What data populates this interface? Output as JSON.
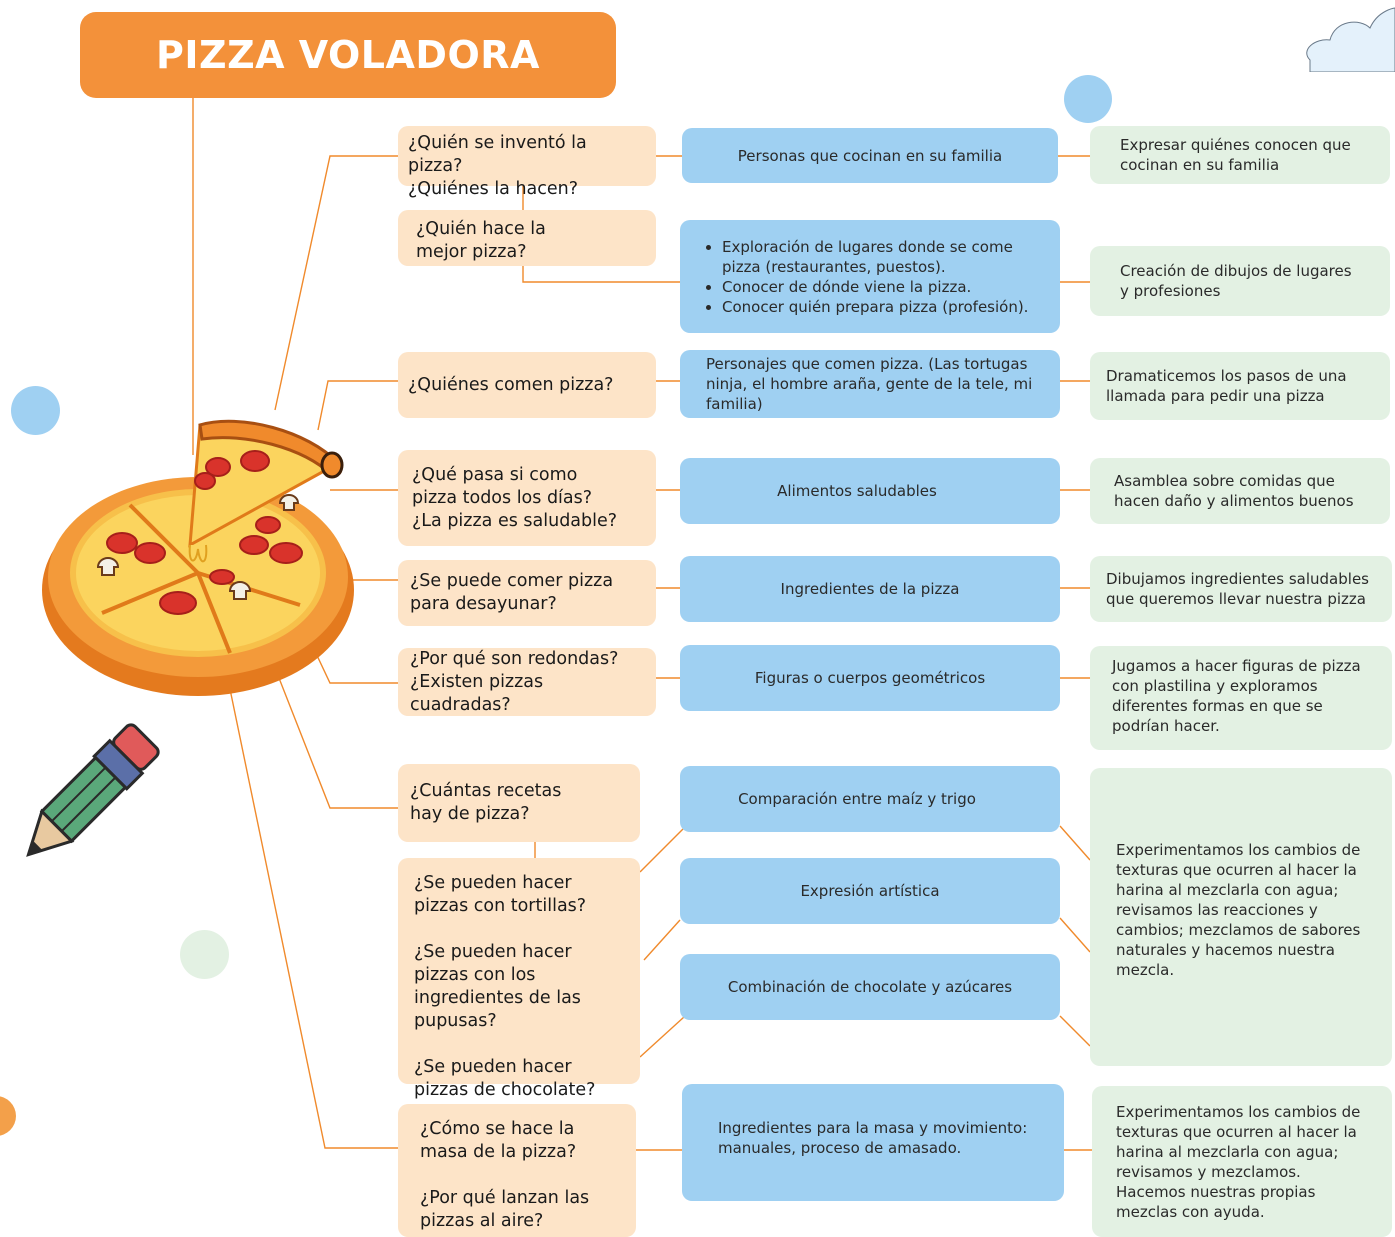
{
  "title": "PIZZA VOLADORA",
  "rows": [
    {
      "q": [
        "¿Quién se inventó la pizza?",
        "¿Quiénes la hacen?"
      ],
      "b": "Personas que cocinan en su familia",
      "g": "Expresar quiénes conocen que cocinan en su familia"
    },
    {
      "q": [
        "¿Quién hace la mejor pizza?"
      ],
      "b_items": [
        "Exploración de lugares donde se come pizza (restaurantes, puestos).",
        "Conocer de dónde viene la pizza.",
        "Conocer quién prepara pizza (profesión)."
      ],
      "g": "Creación de dibujos de lugares y profesiones"
    },
    {
      "q": [
        "¿Quiénes comen pizza?"
      ],
      "b": "Personajes que comen pizza. (Las tortugas ninja, el hombre araña, gente de la tele, mi familia)",
      "g": "Dramaticemos los pasos de una llamada para pedir una pizza"
    },
    {
      "q": [
        "¿Qué pasa si como pizza todos los días?",
        "¿La pizza es saludable?"
      ],
      "b": "Alimentos saludables",
      "g": "Asamblea sobre comidas que hacen daño y alimentos buenos"
    },
    {
      "q": [
        "¿Se puede comer pizza para desayunar?"
      ],
      "b": "Ingredientes de la pizza",
      "g": "Dibujamos ingredientes saludables que queremos llevar nuestra pizza"
    },
    {
      "q": [
        "¿Por qué son redondas?",
        "¿Existen pizzas cuadradas?"
      ],
      "b": "Figuras o cuerpos geométricos",
      "g": "Jugamos a hacer figuras de pizza con plastilina y exploramos diferentes formas en que se podrían hacer."
    },
    {
      "q": [
        "¿Cuántas recetas hay de pizza?"
      ]
    },
    {
      "q": [
        "¿Se pueden hacer pizzas con tortillas?",
        "¿Se pueden hacer pizzas con los ingredientes de las pupusas?",
        "¿Se pueden hacer pizzas de chocolate?"
      ],
      "b_list": [
        "Comparación entre maíz y trigo",
        "Expresión artística",
        "Combinación de chocolate y azúcares"
      ],
      "g": "Experimentamos los cambios de texturas que ocurren al hacer la harina al mezclarla con agua; revisamos las reacciones y cambios; mezclamos de sabores naturales y hacemos nuestra mezcla."
    },
    {
      "q": [
        "¿Cómo se hace la masa de la pizza?",
        "¿Por qué lanzan las pizzas al aire?"
      ],
      "b": "Ingredientes para la masa y movimiento: manuales, proceso de amasado.",
      "g": "Experimentamos los cambios de texturas que ocurren al hacer la harina al mezclarla con agua; revisamos y mezclamos. Hacemos nuestras propias mezclas con ayuda."
    }
  ],
  "colors": {
    "title_bg": "#f3913a",
    "question_bg": "#fde4c8",
    "topic_bg": "#9fd0f2",
    "activity_bg": "#e3f1e3",
    "line": "#f08a2c"
  },
  "icons": [
    "pizza-illustration",
    "pencil-illustration",
    "cloud-decoration"
  ]
}
